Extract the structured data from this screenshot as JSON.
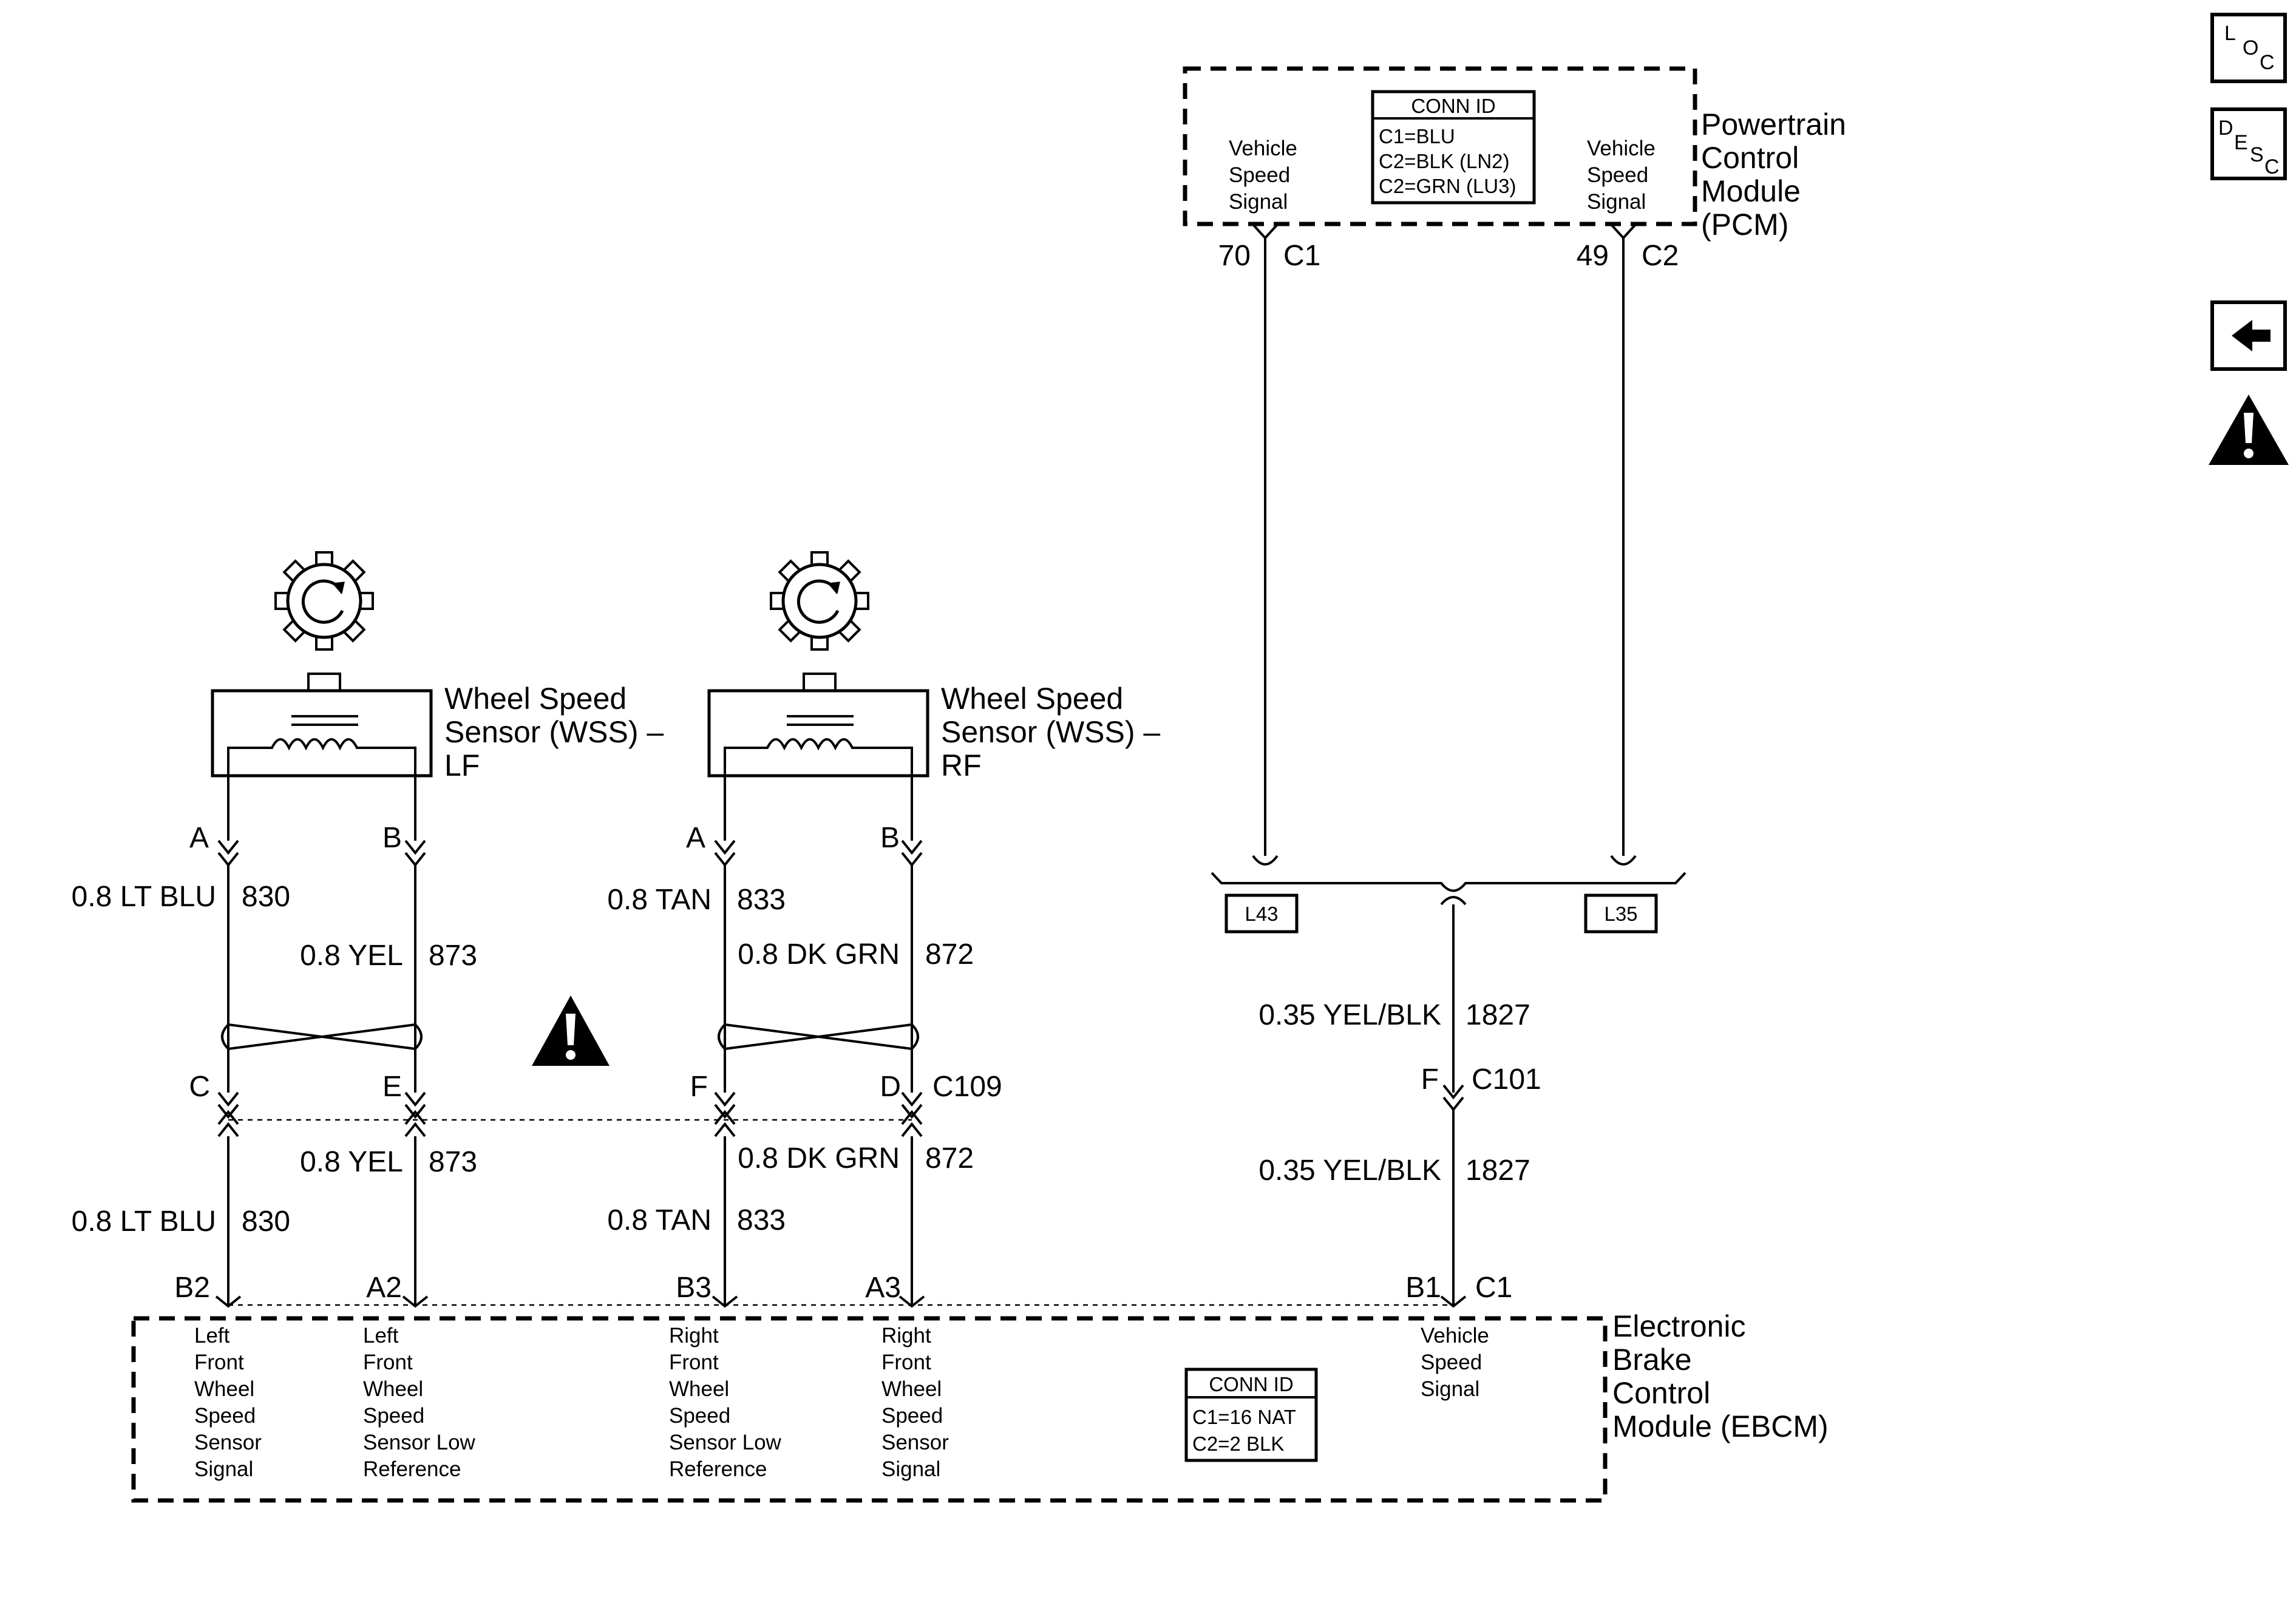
{
  "pcm": {
    "name_lines": [
      "Powertrain",
      "Control",
      "Module",
      "(PCM)"
    ],
    "left_signal_lines": [
      "Vehicle",
      "Speed",
      "Signal"
    ],
    "right_signal_lines": [
      "Vehicle",
      "Speed",
      "Signal"
    ],
    "conn_id": {
      "header": "CONN ID",
      "lines": [
        "C1=BLU",
        "C2=BLK (LN2)",
        "C2=GRN (LU3)"
      ]
    },
    "pin_left": {
      "pin": "70",
      "conn": "C1"
    },
    "pin_right": {
      "pin": "49",
      "conn": "C2"
    }
  },
  "splice": {
    "left_option": "L43",
    "right_option": "L35"
  },
  "wss_lf": {
    "name_lines": [
      "Wheel Speed",
      "Sensor (WSS) –",
      "LF"
    ],
    "pin_a": "A",
    "pin_b": "B"
  },
  "wss_rf": {
    "name_lines": [
      "Wheel Speed",
      "Sensor (WSS) –",
      "RF"
    ],
    "pin_a": "A",
    "pin_b": "B"
  },
  "wires": {
    "lf_a_upper": {
      "color": "0.8 LT BLU",
      "circuit": "830"
    },
    "lf_b_upper": {
      "color": "0.8 YEL",
      "circuit": "873"
    },
    "rf_a_upper": {
      "color": "0.8 TAN",
      "circuit": "833"
    },
    "rf_b_upper": {
      "color": "0.8 DK GRN",
      "circuit": "872"
    },
    "lf_b_lower": {
      "color": "0.8 YEL",
      "circuit": "873"
    },
    "lf_a_lower": {
      "color": "0.8 LT BLU",
      "circuit": "830"
    },
    "rf_b_lower": {
      "color": "0.8 DK GRN",
      "circuit": "872"
    },
    "rf_a_lower": {
      "color": "0.8 TAN",
      "circuit": "833"
    },
    "vss_upper": {
      "color": "0.35 YEL/BLK",
      "circuit": "1827"
    },
    "vss_lower": {
      "color": "0.35 YEL/BLK",
      "circuit": "1827"
    }
  },
  "c109": {
    "pins": [
      "C",
      "E",
      "F",
      "D"
    ],
    "name": "C109"
  },
  "c101": {
    "pin": "F",
    "name": "C101"
  },
  "ebcm": {
    "name_lines": [
      "Electronic",
      "Brake",
      "Control",
      "Module (EBCM)"
    ],
    "pins": {
      "b2": "B2",
      "a2": "A2",
      "b3": "B3",
      "a3": "A3",
      "b1": "B1",
      "c1": "C1"
    },
    "inputs": {
      "lf_signal": [
        "Left",
        "Front",
        "Wheel",
        "Speed",
        "Sensor",
        "Signal"
      ],
      "lf_low": [
        "Left",
        "Front",
        "Wheel",
        "Speed",
        "Sensor Low",
        "Reference"
      ],
      "rf_low": [
        "Right",
        "Front",
        "Wheel",
        "Speed",
        "Sensor Low",
        "Reference"
      ],
      "rf_signal": [
        "Right",
        "Front",
        "Wheel",
        "Speed",
        "Sensor",
        "Signal"
      ],
      "vss": [
        "Vehicle",
        "Speed",
        "Signal"
      ]
    },
    "conn_id": {
      "header": "CONN ID",
      "lines": [
        "C1=16 NAT",
        "C2=2 BLK"
      ]
    }
  },
  "side_icons": {
    "loc": [
      "L",
      "O",
      "C"
    ],
    "desc": [
      "D",
      "E",
      "S",
      "C"
    ],
    "back": "left-arrow-icon",
    "warning": "warning-icon"
  }
}
